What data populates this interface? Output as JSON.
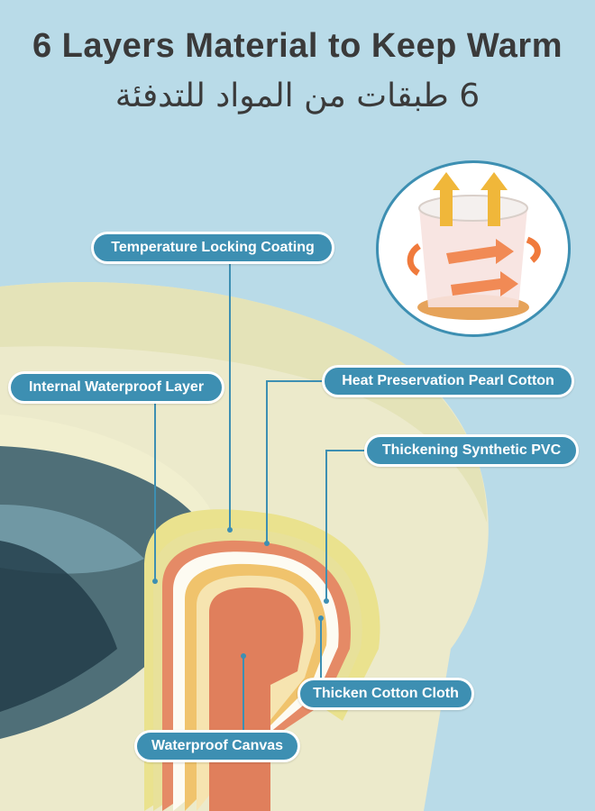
{
  "header": {
    "title_en": "6 Layers Material to Keep Warm",
    "title_ar": "6 طبقات من المواد للتدفئة"
  },
  "layers": [
    "Temperature Locking Coating",
    "Internal Waterproof Layer",
    "Heat Preservation Pearl Cotton",
    "Thickening Synthetic PVC",
    "Thicken Cotton Cloth",
    "Waterproof Canvas"
  ],
  "colors": {
    "background": "#b9dbe8",
    "label_fill": "#3d8fb2",
    "label_border": "#ffffff",
    "tub_outer": "#eceacb",
    "layer_orange": "#e58a66",
    "layer_yellow": "#f0c36c",
    "layer_white": "#fdfbf2",
    "layer_green": "#e8e19a"
  },
  "icons": {
    "inset": "heat-retention-bucket-icon",
    "arrows": "heat-arrow-icon"
  }
}
